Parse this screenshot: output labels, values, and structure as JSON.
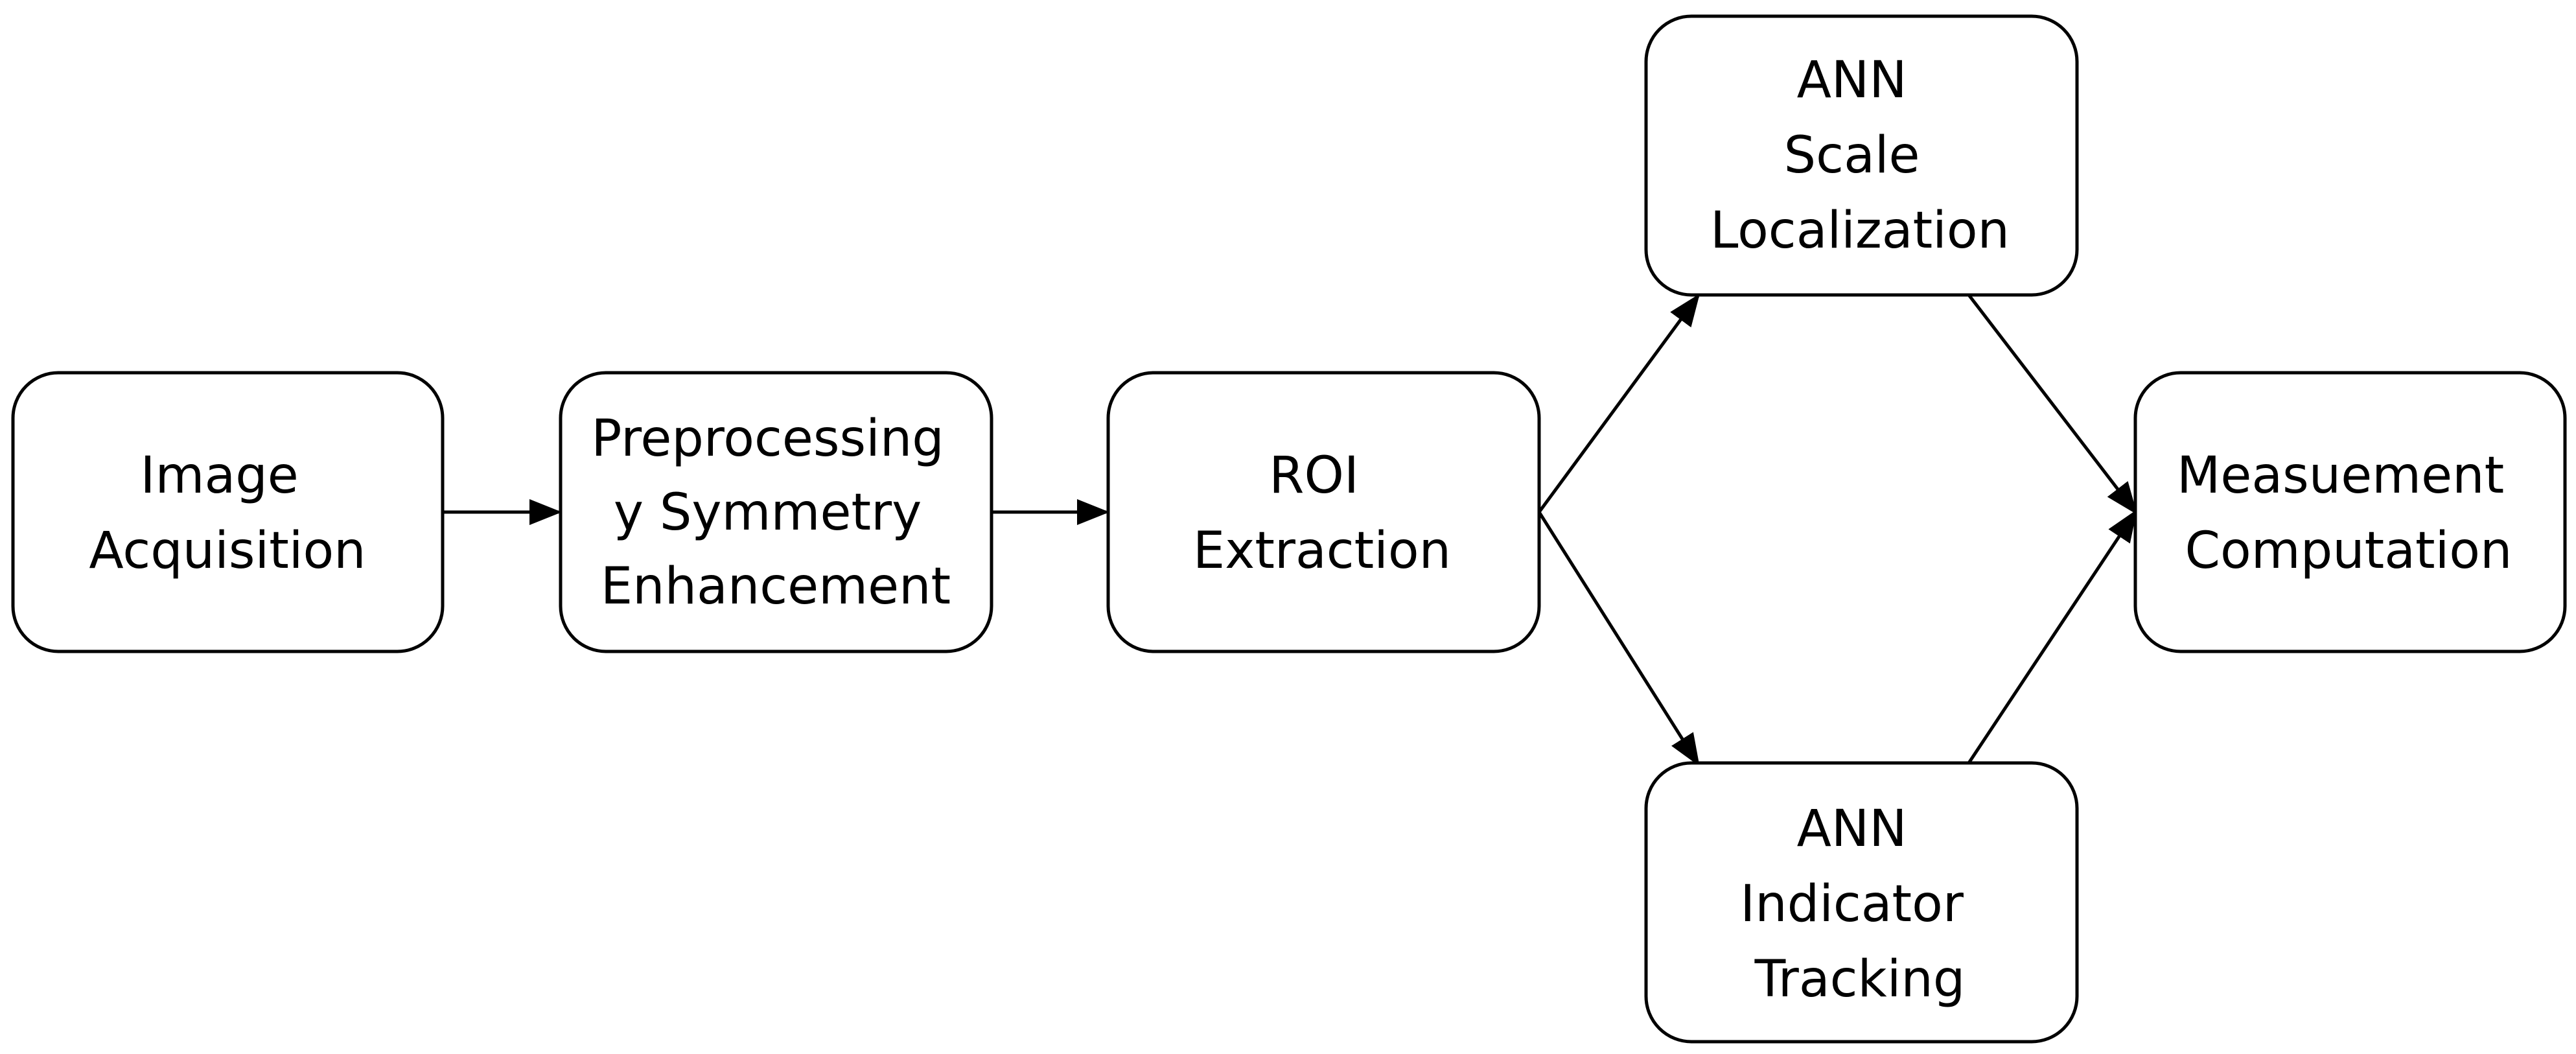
{
  "diagram": {
    "nodes": [
      {
        "id": "image-acquisition",
        "lines": [
          "Image",
          "Acquisition"
        ]
      },
      {
        "id": "preprocessing",
        "lines": [
          "Preprocessing",
          "y Symmetry",
          "Enhancement"
        ]
      },
      {
        "id": "roi-extraction",
        "lines": [
          "ROI",
          "Extraction"
        ]
      },
      {
        "id": "ann-scale",
        "lines": [
          "ANN",
          "Scale",
          "Localization"
        ]
      },
      {
        "id": "ann-indicator",
        "lines": [
          "ANN",
          "Indicator",
          "Tracking"
        ]
      },
      {
        "id": "measurement",
        "lines": [
          "Measuement",
          "Computation"
        ]
      }
    ],
    "edges": [
      {
        "from": "image-acquisition",
        "to": "preprocessing"
      },
      {
        "from": "preprocessing",
        "to": "roi-extraction"
      },
      {
        "from": "roi-extraction",
        "to": "ann-scale"
      },
      {
        "from": "roi-extraction",
        "to": "ann-indicator"
      },
      {
        "from": "ann-scale",
        "to": "measurement"
      },
      {
        "from": "ann-indicator",
        "to": "measurement"
      }
    ],
    "colors": {
      "stroke": "#000000",
      "fill": "#ffffff",
      "text": "#000000"
    }
  }
}
